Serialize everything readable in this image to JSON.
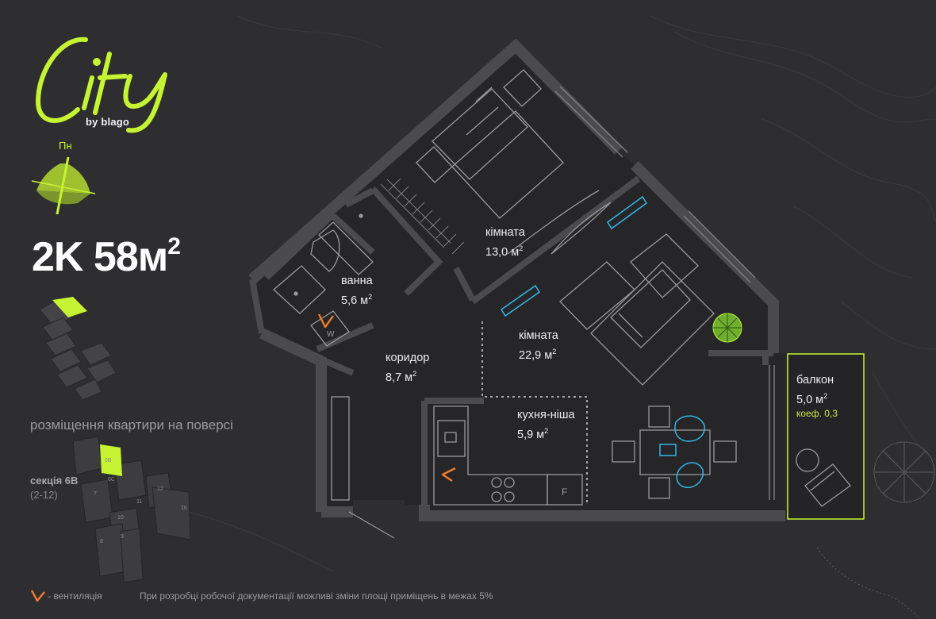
{
  "brand": {
    "logo_word": "City",
    "byline": "by blago",
    "accent_color": "#c6f432"
  },
  "compass": {
    "north_label": "Пн"
  },
  "apartment": {
    "type": "2K 58м",
    "sup": "2"
  },
  "floor_caption": "розміщення квартири на поверсі",
  "section": {
    "label": "секція 6В",
    "range": "(2-12)",
    "block_numbers": [
      "6B",
      "6C",
      "7",
      "11",
      "12",
      "16",
      "10",
      "8",
      "9"
    ]
  },
  "rooms": [
    {
      "id": "bath",
      "name": "ванна",
      "area": "5,6 м",
      "sup": "2"
    },
    {
      "id": "room1",
      "name": "кімната",
      "area": "13,0 м",
      "sup": "2"
    },
    {
      "id": "room2",
      "name": "кімната",
      "area": "22,9 м",
      "sup": "2"
    },
    {
      "id": "corridor",
      "name": "коридор",
      "area": "8,7 м",
      "sup": "2"
    },
    {
      "id": "kitchen",
      "name": "кухня-ніша",
      "area": "5,9 м",
      "sup": "2"
    },
    {
      "id": "balcony",
      "name": "балкон",
      "area": "5,0 м",
      "sup": "2",
      "coef": "коеф. 0,3"
    }
  ],
  "fixtures": {
    "fridge_letter": "F",
    "washer_letter": "W"
  },
  "legend": {
    "vent_label": "- вентиляція",
    "vent_color": "#f07a2a"
  },
  "disclaimer": "При розробці робочої документації можливі зміни площі приміщень в межах 5%",
  "colors": {
    "background": "#2e2e30",
    "wall": "#4b4b4e",
    "floor": "#262628",
    "furniture_line": "#9a9a9c",
    "radiator": "#33b6e6"
  }
}
